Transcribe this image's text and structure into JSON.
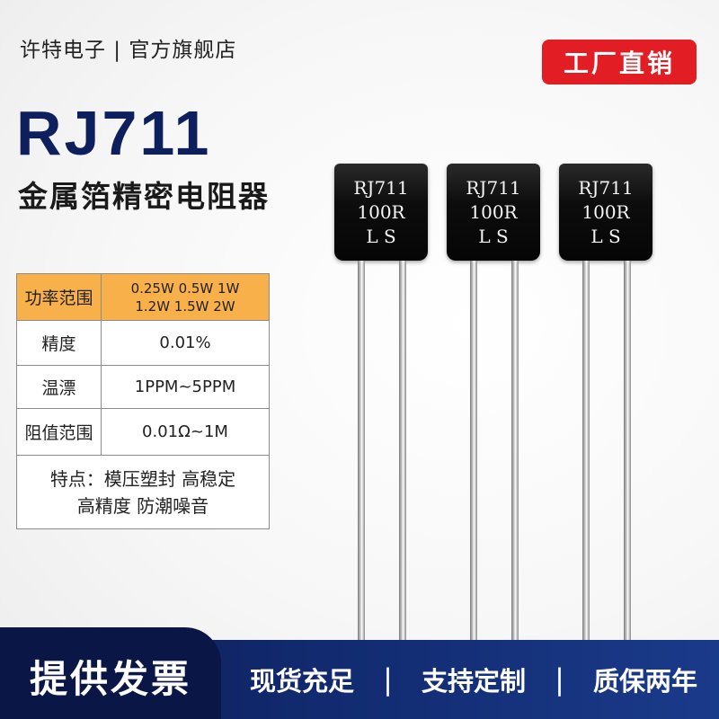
{
  "header": {
    "shop_name": "许特电子 | 官方旗舰店",
    "badge": "工厂直销"
  },
  "product": {
    "model": "RJ711",
    "subtitle": "金属箔精密电阻器"
  },
  "specs": [
    {
      "key": "功率范围",
      "value_line1": "0.25W 0.5W 1W",
      "value_line2": "1.2W 1.5W 2W"
    },
    {
      "key": "精度",
      "value": "0.01%"
    },
    {
      "key": "温漂",
      "value": "1PPM~5PPM"
    },
    {
      "key": "阻值范围",
      "value": "0.01Ω~1M"
    }
  ],
  "features": {
    "line1": "特点：模压塑封 高稳定",
    "line2": "高精度 防潮噪音"
  },
  "resistor_marking": {
    "line1": "RJ711",
    "line2": "100R",
    "line3": "L  S"
  },
  "footer": {
    "invoice": "提供发票",
    "promise1": "现货充足",
    "promise2": "支持定制",
    "promise3": "质保两年",
    "separator": "|"
  },
  "colors": {
    "accent_red": "#e21d24",
    "navy": "#0d1f5c",
    "table_highlight": "#f8b04a"
  }
}
